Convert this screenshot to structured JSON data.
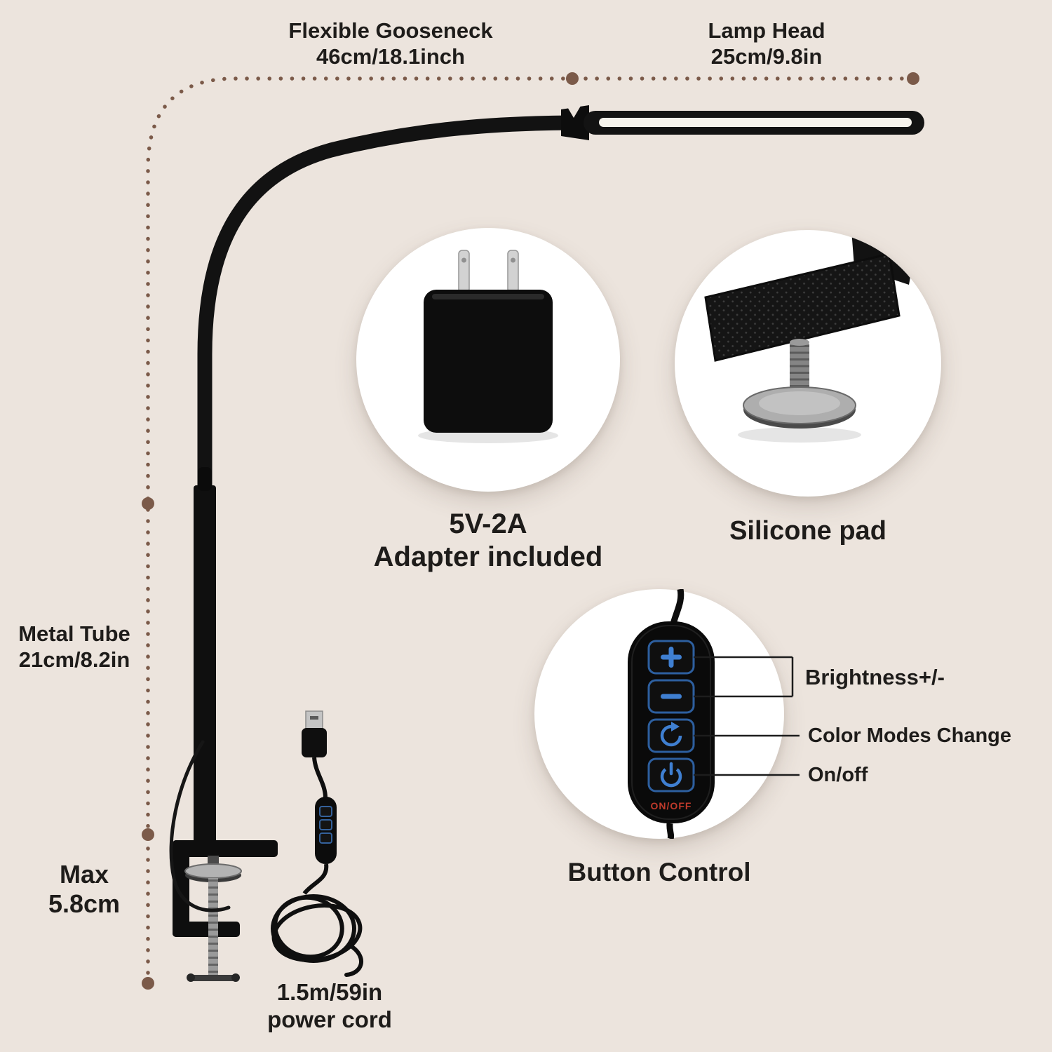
{
  "page": {
    "background": "#ece4dd",
    "accent": "#7b5a49",
    "button_icon_blue": "#3f7fd1",
    "onoff_red": "#bf3a2b"
  },
  "dimensions": {
    "gooseneck": {
      "title": "Flexible Gooseneck",
      "value": "46cm/18.1inch"
    },
    "lamp_head": {
      "title": "Lamp Head",
      "value": "25cm/9.8in"
    },
    "metal_tube": {
      "title": "Metal Tube",
      "value": "21cm/8.2in"
    },
    "clamp": {
      "title": "Max",
      "value": "5.8cm"
    },
    "power_cord": {
      "title": "1.5m/59in",
      "subtitle": "power cord"
    }
  },
  "callouts": {
    "adapter": {
      "title": "5V-2A",
      "subtitle": "Adapter included"
    },
    "silicone_pad": {
      "title": "Silicone pad"
    },
    "button_control": {
      "title": "Button Control",
      "brightness": "Brightness+/-",
      "color_modes": "Color Modes Change",
      "power": "On/off",
      "remote_label": "ON/OFF"
    }
  }
}
